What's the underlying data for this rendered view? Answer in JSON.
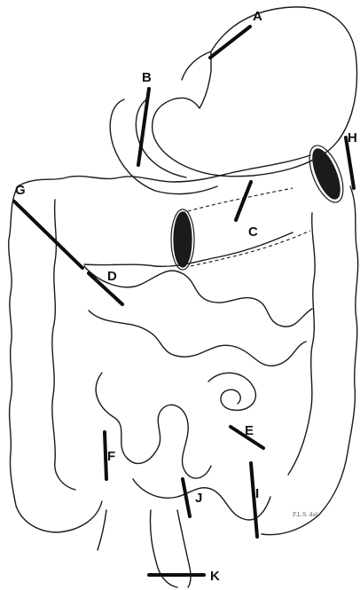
{
  "figure": {
    "labels": {
      "a": "A",
      "b": "B",
      "c": "C",
      "d": "D",
      "e": "E",
      "f": "F",
      "g": "G",
      "h": "H",
      "i": "I",
      "j": "J",
      "k": "K"
    },
    "signature": "F.L.S. del."
  },
  "colors": {
    "ink": "#111111",
    "paper": "#ffffff"
  }
}
